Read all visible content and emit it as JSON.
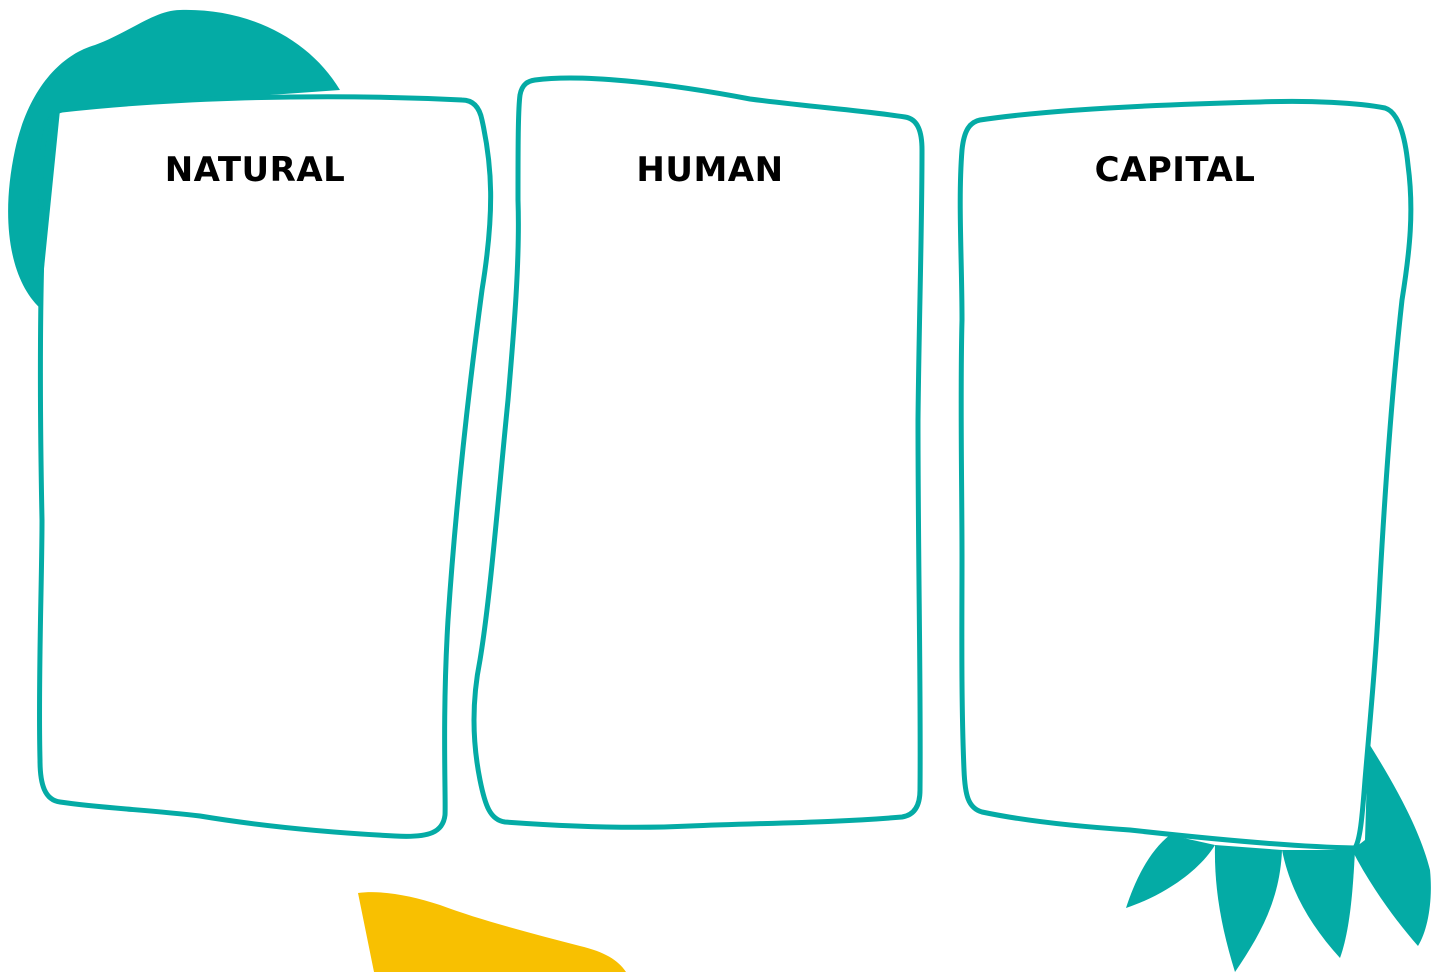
{
  "colors": {
    "teal": "#04ABA5",
    "yellow": "#F8C001",
    "background": "#FFFFFF",
    "text": "#000000"
  },
  "columns": [
    {
      "title": "NATURAL"
    },
    {
      "title": "HUMAN"
    },
    {
      "title": "CAPITAL"
    }
  ]
}
